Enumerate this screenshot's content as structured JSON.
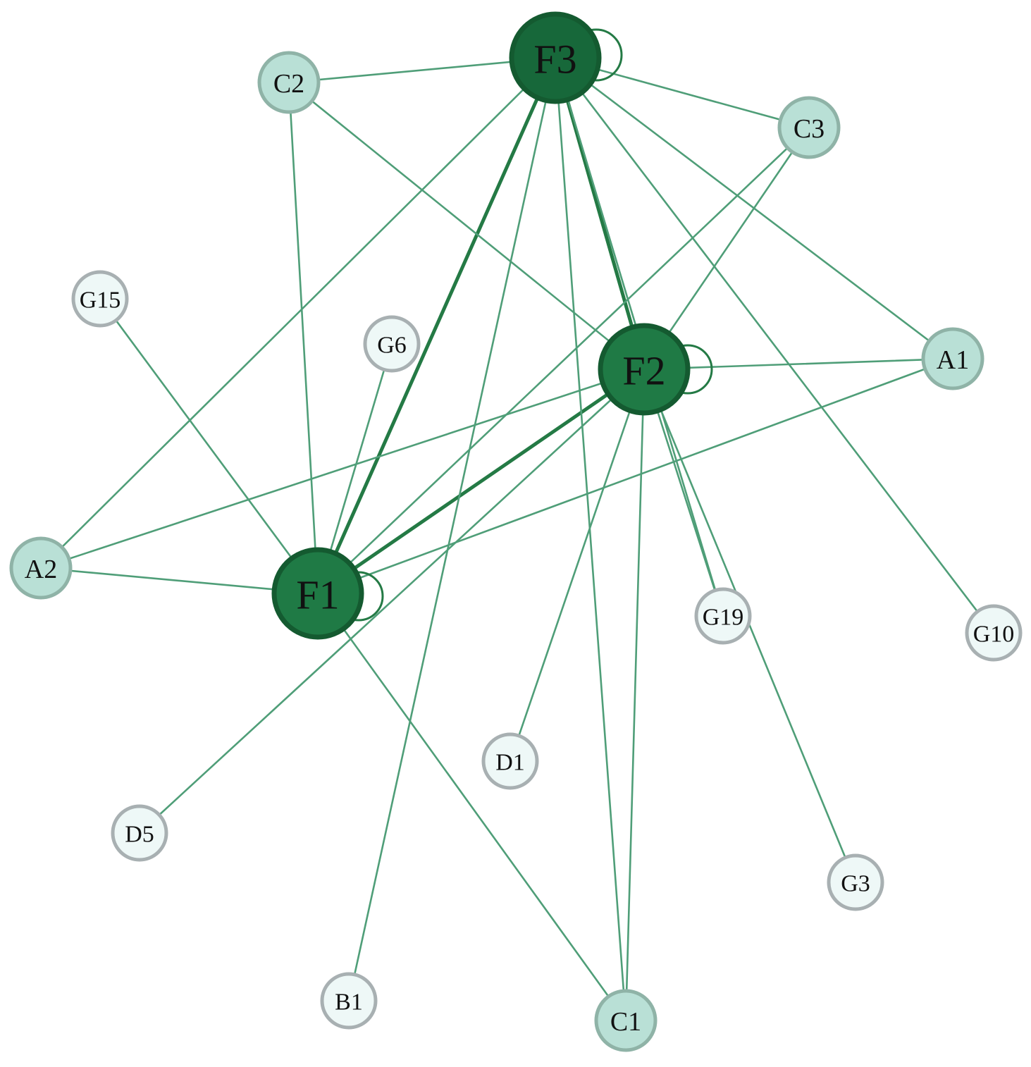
{
  "colors": {
    "edge": "#4f9e78",
    "edge_strong": "#247a45",
    "hub_fill": "#1f7a45",
    "hub_fill_top": "#17683a",
    "hub_stroke": "#145a30",
    "mid_fill": "#b9e0d6",
    "mid_stroke": "#8fb3a7",
    "leaf_fill": "#eef8f7",
    "leaf_stroke": "#a8b0b2",
    "label": "#111111"
  },
  "nodes": [
    {
      "id": "F3",
      "label": "F3",
      "tier": "hub",
      "self_loop": true
    },
    {
      "id": "F2",
      "label": "F2",
      "tier": "hub",
      "self_loop": true
    },
    {
      "id": "F1",
      "label": "F1",
      "tier": "hub",
      "self_loop": true
    },
    {
      "id": "C2",
      "label": "C2",
      "tier": "mid"
    },
    {
      "id": "C3",
      "label": "C3",
      "tier": "mid"
    },
    {
      "id": "A1",
      "label": "A1",
      "tier": "mid"
    },
    {
      "id": "A2",
      "label": "A2",
      "tier": "mid"
    },
    {
      "id": "C1",
      "label": "C1",
      "tier": "mid"
    },
    {
      "id": "G15",
      "label": "G15",
      "tier": "leaf"
    },
    {
      "id": "G6",
      "label": "G6",
      "tier": "leaf"
    },
    {
      "id": "G19",
      "label": "G19",
      "tier": "leaf"
    },
    {
      "id": "G10",
      "label": "G10",
      "tier": "leaf"
    },
    {
      "id": "D1",
      "label": "D1",
      "tier": "leaf"
    },
    {
      "id": "D5",
      "label": "D5",
      "tier": "leaf"
    },
    {
      "id": "G3",
      "label": "G3",
      "tier": "leaf"
    },
    {
      "id": "B1",
      "label": "B1",
      "tier": "leaf"
    }
  ],
  "edges": [
    {
      "source": "F3",
      "target": "F1",
      "weight": "strong"
    },
    {
      "source": "F3",
      "target": "F2",
      "weight": "strong"
    },
    {
      "source": "F2",
      "target": "F1",
      "weight": "strong"
    },
    {
      "source": "F3",
      "target": "C2",
      "weight": "normal"
    },
    {
      "source": "F3",
      "target": "C3",
      "weight": "normal"
    },
    {
      "source": "F3",
      "target": "A1",
      "weight": "normal"
    },
    {
      "source": "F3",
      "target": "A2",
      "weight": "normal"
    },
    {
      "source": "F3",
      "target": "B1",
      "weight": "normal"
    },
    {
      "source": "F3",
      "target": "C1",
      "weight": "normal"
    },
    {
      "source": "F3",
      "target": "G10",
      "weight": "normal"
    },
    {
      "source": "F3",
      "target": "G19",
      "weight": "normal"
    },
    {
      "source": "C2",
      "target": "F1",
      "weight": "normal"
    },
    {
      "source": "C2",
      "target": "F2",
      "weight": "normal"
    },
    {
      "source": "C3",
      "target": "F2",
      "weight": "normal"
    },
    {
      "source": "C3",
      "target": "F1",
      "weight": "normal"
    },
    {
      "source": "A1",
      "target": "F2",
      "weight": "normal"
    },
    {
      "source": "A1",
      "target": "F1",
      "weight": "normal"
    },
    {
      "source": "A2",
      "target": "F1",
      "weight": "normal"
    },
    {
      "source": "A2",
      "target": "F2",
      "weight": "normal"
    },
    {
      "source": "G15",
      "target": "F1",
      "weight": "normal"
    },
    {
      "source": "G6",
      "target": "F1",
      "weight": "normal"
    },
    {
      "source": "F1",
      "target": "C1",
      "weight": "normal"
    },
    {
      "source": "F2",
      "target": "C1",
      "weight": "normal"
    },
    {
      "source": "F2",
      "target": "D1",
      "weight": "normal"
    },
    {
      "source": "F2",
      "target": "D5",
      "weight": "normal"
    },
    {
      "source": "F2",
      "target": "G3",
      "weight": "normal"
    },
    {
      "source": "F2",
      "target": "G19",
      "weight": "normal"
    }
  ]
}
